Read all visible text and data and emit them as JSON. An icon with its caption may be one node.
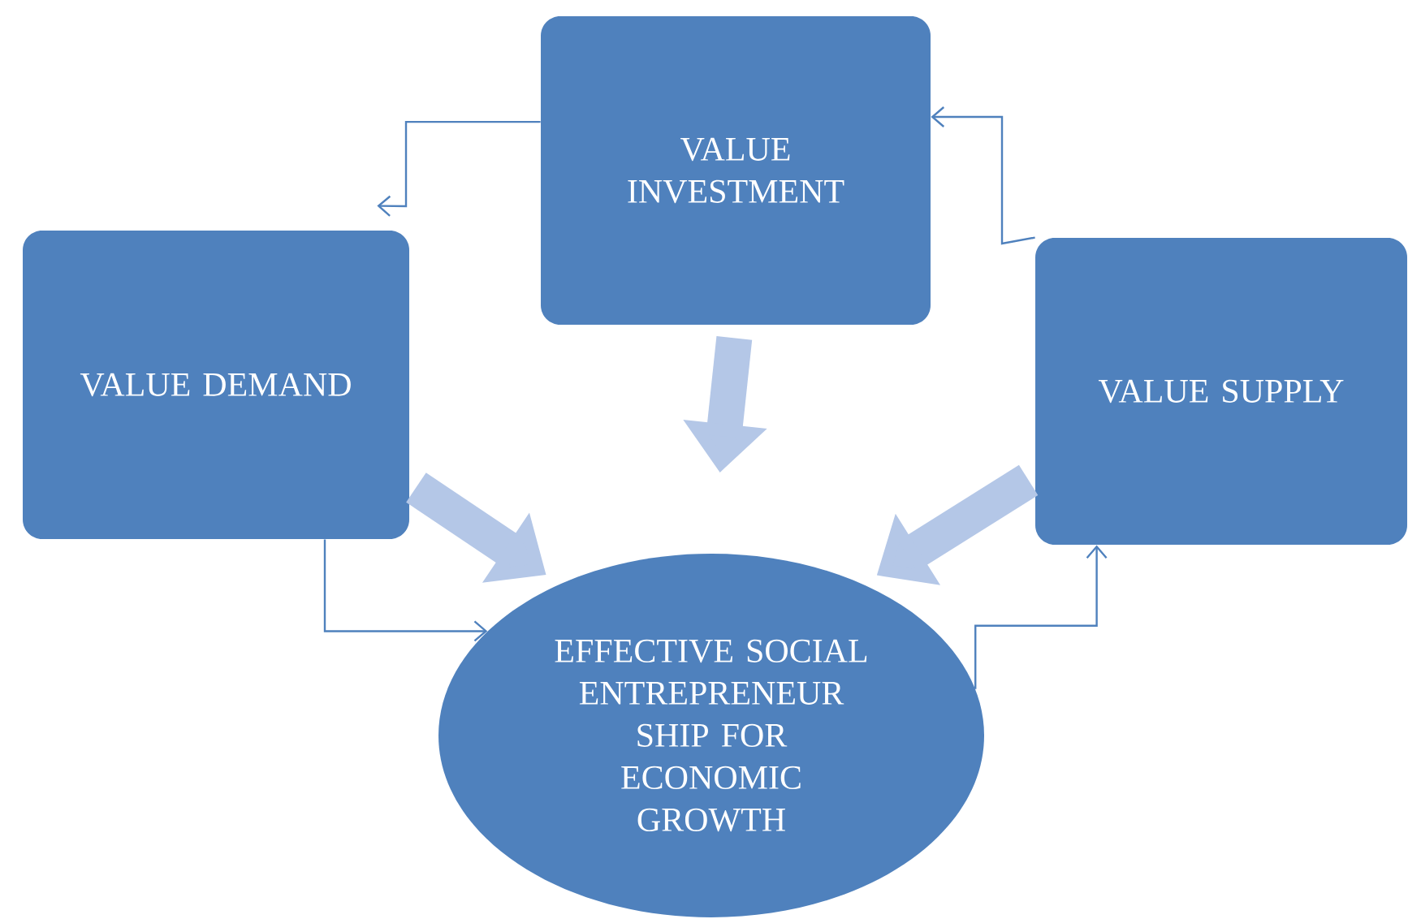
{
  "diagram": {
    "nodes": [
      {
        "text": [
          "VALUE INVESTMENT"
        ]
      },
      {
        "text": [
          "VALUE DEMAND"
        ]
      },
      {
        "text": [
          "VALUE SUPPLY"
        ]
      },
      {
        "text": [
          "EFFECTIVE SOCIAL ENTREPRENEUR SHIP FOR ECONOMIC GROWTH"
        ]
      }
    ],
    "edges": [
      {
        "from": 0,
        "to": 1,
        "arrow": "to"
      },
      {
        "from": 2,
        "to": 0,
        "arrow": "to"
      },
      {
        "from": 1,
        "to": 3,
        "arrow": "to"
      },
      {
        "from": 3,
        "to": 2,
        "arrow": "to"
      },
      {
        "from": 0,
        "to": 3,
        "arrow": "to",
        "style": "thick",
        "color": "#b4c7e7"
      },
      {
        "from": 1,
        "to": 3,
        "arrow": "to",
        "style": "thick",
        "color": "#b4c7e7"
      },
      {
        "from": 2,
        "to": 3,
        "arrow": "to",
        "style": "thick",
        "color": "#b4c7e7"
      }
    ]
  }
}
